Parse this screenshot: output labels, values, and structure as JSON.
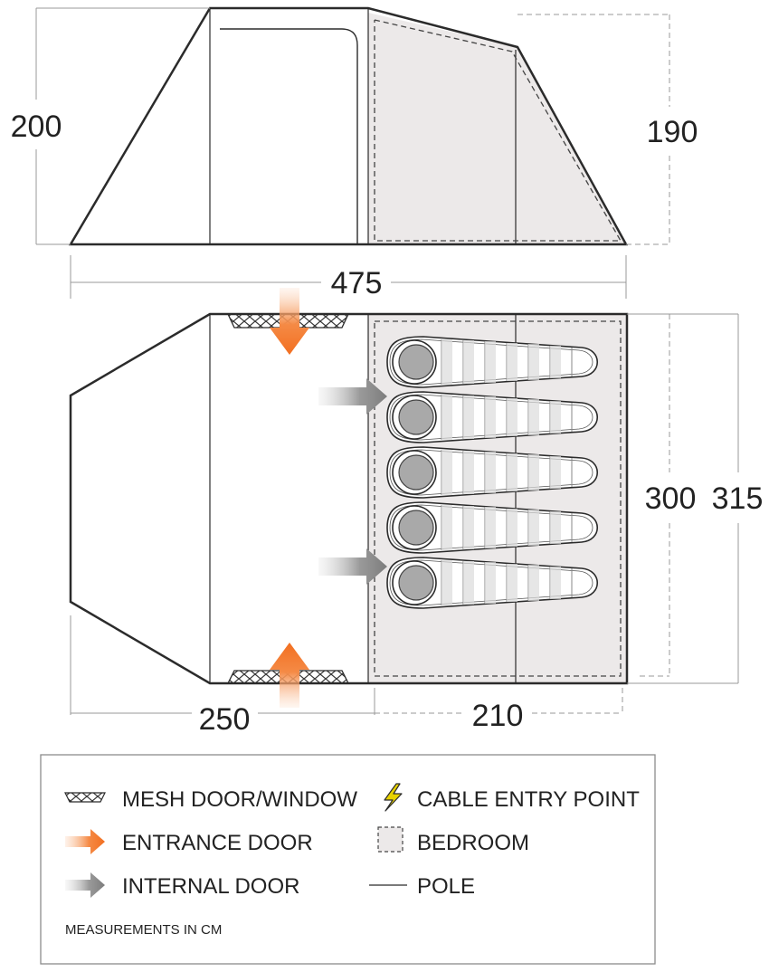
{
  "side_view": {
    "height_living": "200",
    "height_bedroom": "190"
  },
  "plan_view": {
    "total_length": "475",
    "living_length": "250",
    "bedroom_length": "210",
    "bedroom_width": "300",
    "total_width": "315",
    "sleeping_bags": 5
  },
  "legend": {
    "mesh": "MESH DOOR/WINDOW",
    "cable": "CABLE ENTRY POINT",
    "entrance": "ENTRANCE DOOR",
    "bedroom": "BEDROOM",
    "internal": "INTERNAL DOOR",
    "pole": "POLE",
    "note": "MEASUREMENTS IN CM"
  },
  "colors": {
    "outline": "#2b2b2b",
    "bedroom_fill": "#ece9e9",
    "entrance_arrow": "#f26f21",
    "internal_arrow": "#8a8a8a",
    "cable_icon": "#e8d200"
  }
}
